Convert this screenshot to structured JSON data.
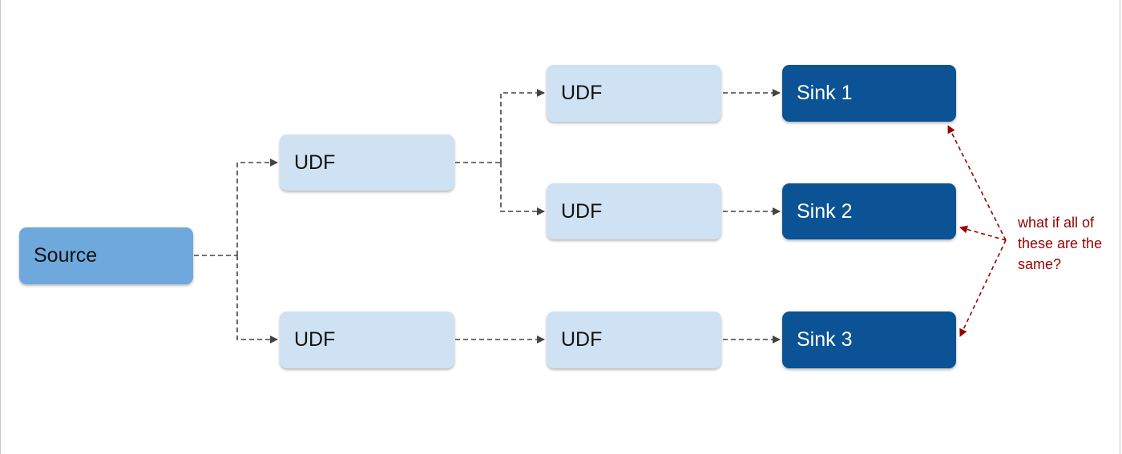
{
  "diagram": {
    "source_label": "Source",
    "udf_label": "UDF",
    "sinks": [
      "Sink 1",
      "Sink 2",
      "Sink 3"
    ],
    "annotation": "what if all of these are the same?",
    "colors": {
      "source": "#6fa8dc",
      "udf": "#cfe2f3",
      "sink": "#0b5394",
      "connector": "#444444",
      "annotation": "#990000"
    }
  }
}
